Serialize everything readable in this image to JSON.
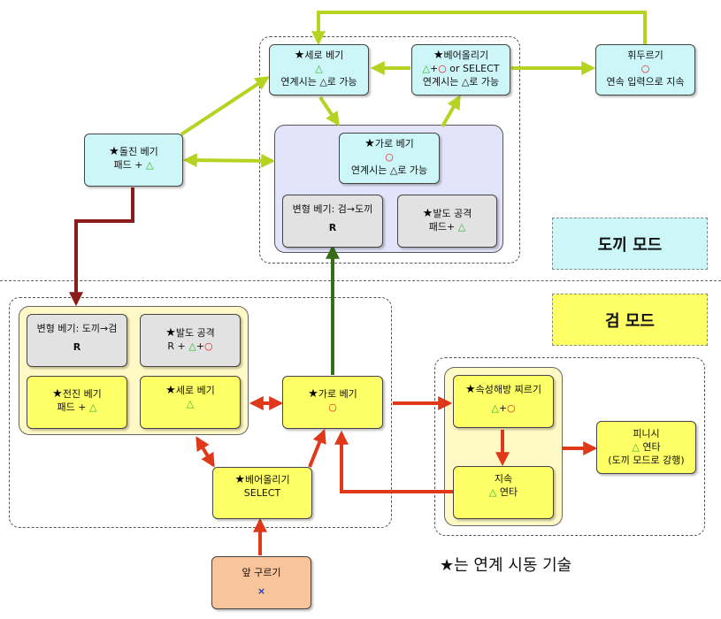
{
  "nodes": {
    "sero_axe": {
      "name": "세로 베기",
      "line1": "△",
      "line2": "연계시는 △로 가능"
    },
    "beeo_axe": {
      "name": "베어올리기",
      "line1_a": "△",
      "line1_plus": "+",
      "line1_b": "○",
      "line1_c": " or SELECT",
      "line2": "연계시는 △로 가능"
    },
    "hwiduru": {
      "name": "휘두르기",
      "line1": "○",
      "line2": "연속 입력으로 지속"
    },
    "doljin": {
      "name": "돌진 베기",
      "line1": "패드 + ",
      "sym": "△"
    },
    "garo_axe": {
      "name": "가로 베기",
      "line1": "○",
      "line2": "연계시는 △로 가능"
    },
    "morph_axe": {
      "title": "변형 베기: 검→도끼",
      "key": "R"
    },
    "baldo_axe": {
      "name": "발도 공격",
      "line1": "패드+ ",
      "sym": "△"
    },
    "morph_sword": {
      "title": "변형 베기: 도끼→검",
      "key": "R"
    },
    "baldo_sword": {
      "name": "발도 공격",
      "line1": "R + ",
      "sym1": "△",
      "plus": "+",
      "sym2": "○"
    },
    "jeonjin": {
      "name": "전진 베기",
      "line1": "패드 + ",
      "sym": "△"
    },
    "sero_sword": {
      "name": "세로 베기",
      "line1": "△"
    },
    "garo_sword": {
      "name": "가로 베기",
      "line1": "○"
    },
    "beeo_sword": {
      "name": "베어올리기",
      "line1": "SELECT"
    },
    "sokseong": {
      "name": "속성해방 찌르기",
      "sym1": "△",
      "plus": "+",
      "sym2": "○"
    },
    "jisok": {
      "title": "지속",
      "sym": "△",
      "line1": " 연타"
    },
    "finish": {
      "title": "피니시",
      "sym": "△",
      "line1": " 연타",
      "line2": "(도끼 모드로 강행)"
    },
    "roll": {
      "title": "앞 구르기",
      "line1": "×"
    }
  },
  "star_glyph": "★",
  "modes": {
    "axe": "도끼 모드",
    "sword": "검 모드"
  },
  "legend": {
    "star": "★",
    "text": "는 연계 시동 기술"
  },
  "colors": {
    "green_arrow": "#b5d320",
    "dark_red_arrow": "#8b1c1c",
    "dark_green_arrow": "#3a6d1a",
    "red_arrow": "#e0391a",
    "cyan_box": "#ccf6f8",
    "yellow_box": "#ffff66",
    "gray_box": "#e2e2e2",
    "orange_box": "#f9c49a",
    "lavender_region": "#e3e3fb",
    "light_yellow_region": "#fff9c6"
  }
}
